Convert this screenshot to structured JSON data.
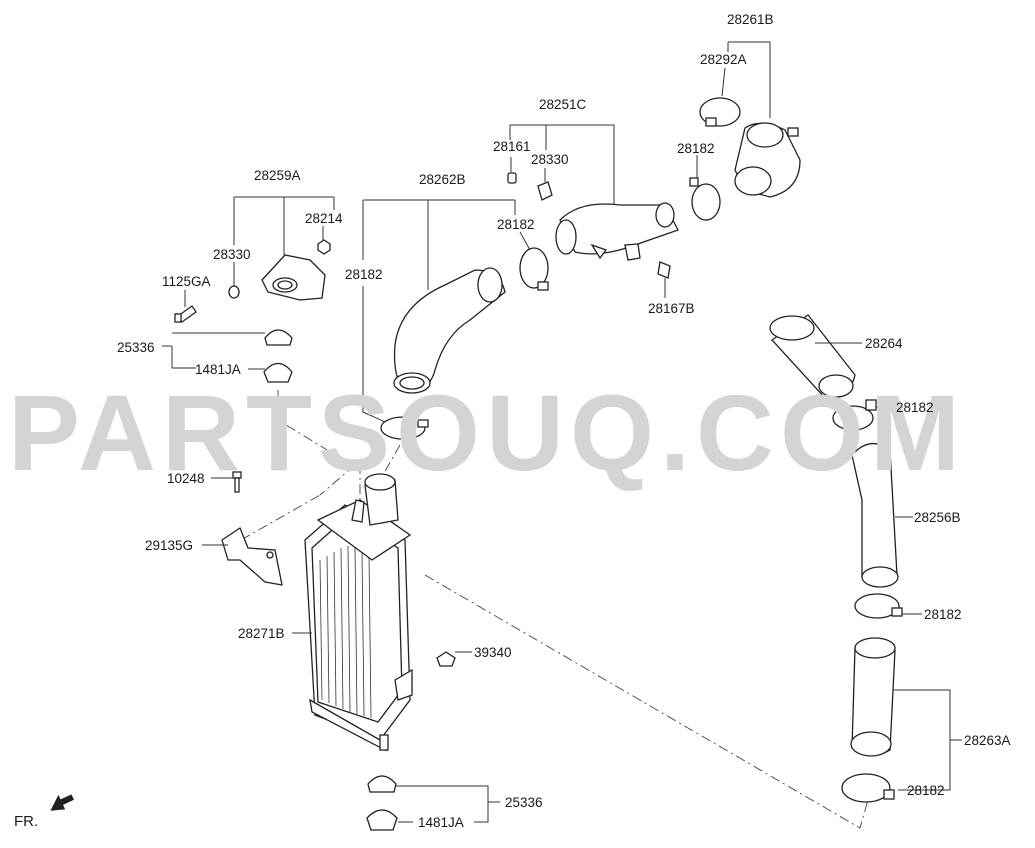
{
  "watermark": "PARTSOUQ.COM",
  "orientation_label": "FR.",
  "labels": {
    "p28261B": "28261B",
    "p28292A": "28292A",
    "p28251C": "28251C",
    "p28161": "28161",
    "p28330_top": "28330",
    "p28182_a": "28182",
    "p28259A": "28259A",
    "p28262B": "28262B",
    "p28214": "28214",
    "p28182_b": "28182",
    "p28330_mid": "28330",
    "p28182_c": "28182",
    "p1125GA": "1125GA",
    "p28167B": "28167B",
    "p28264": "28264",
    "p25336_top": "25336",
    "p1481JA_top": "1481JA",
    "p28182_d": "28182",
    "p10248": "10248",
    "p28256B": "28256B",
    "p29135G": "29135G",
    "p28182_e": "28182",
    "p28271B": "28271B",
    "p39340": "39340",
    "p28263A": "28263A",
    "p28182_f": "28182",
    "p25336_bot": "25336",
    "p1481JA_bot": "1481JA"
  }
}
